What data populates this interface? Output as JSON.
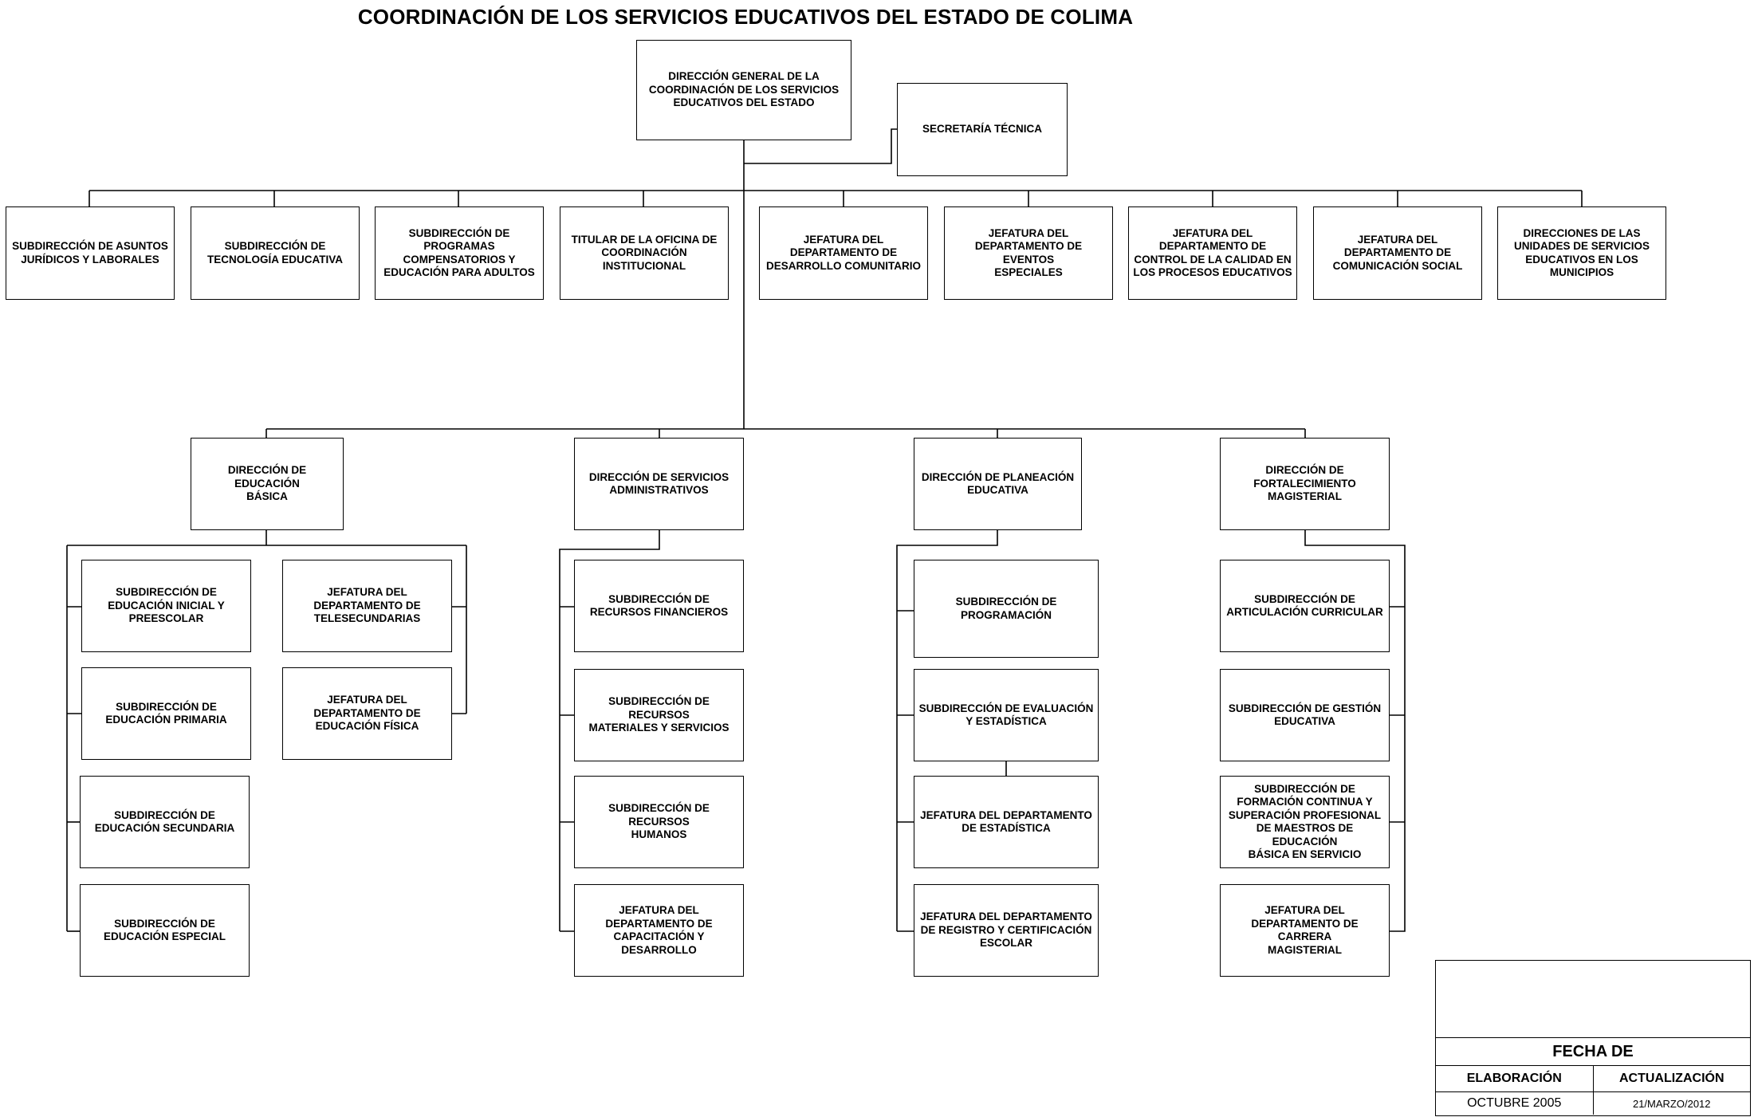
{
  "title": "COORDINACIÓN DE LOS SERVICIOS EDUCATIVOS DEL ESTADO DE COLIMA",
  "top": {
    "director": "DIRECCIÓN GENERAL DE LA\nCOORDINACIÓN DE LOS SERVICIOS\nEDUCATIVOS DEL ESTADO",
    "secretaria": "SECRETARÍA TÉCNICA"
  },
  "row1": [
    "SUBDIRECCIÓN DE ASUNTOS\nJURÍDICOS Y LABORALES",
    "SUBDIRECCIÓN DE\nTECNOLOGÍA EDUCATIVA",
    "SUBDIRECCIÓN DE\nPROGRAMAS\nCOMPENSATORIOS Y\nEDUCACIÓN PARA ADULTOS",
    "TITULAR DE LA OFICINA DE\nCOORDINACIÓN\nINSTITUCIONAL",
    "JEFATURA DEL\nDEPARTAMENTO DE\nDESARROLLO COMUNITARIO",
    "JEFATURA DEL\nDEPARTAMENTO DE EVENTOS\nESPECIALES",
    "JEFATURA DEL\nDEPARTAMENTO DE\nCONTROL DE LA CALIDAD EN\nLOS PROCESOS EDUCATIVOS",
    "JEFATURA DEL\nDEPARTAMENTO DE\nCOMUNICACIÓN SOCIAL",
    "DIRECCIONES DE LAS\nUNIDADES DE SERVICIOS\nEDUCATIVOS EN LOS\nMUNICIPIOS"
  ],
  "basica": {
    "head": "DIRECCIÓN DE EDUCACIÓN\nBÁSICA",
    "left": [
      "SUBDIRECCIÓN DE\nEDUCACIÓN INICIAL Y\nPREESCOLAR",
      "SUBDIRECCIÓN DE\nEDUCACIÓN PRIMARIA",
      "SUBDIRECCIÓN  DE\nEDUCACIÓN SECUNDARIA",
      "SUBDIRECCIÓN DE\nEDUCACIÓN ESPECIAL"
    ],
    "right": [
      "JEFATURA DEL\nDEPARTAMENTO DE\nTELESECUNDARIAS",
      "JEFATURA DEL\nDEPARTAMENTO DE\nEDUCACIÓN FÍSICA"
    ]
  },
  "admin": {
    "head": "DIRECCIÓN DE SERVICIOS\nADMINISTRATIVOS",
    "items": [
      "SUBDIRECCIÓN  DE\nRECURSOS FINANCIEROS",
      "SUBDIRECCIÓN DE RECURSOS\nMATERIALES Y SERVICIOS",
      "SUBDIRECCIÓN DE RECURSOS\nHUMANOS",
      "JEFATURA DEL\nDEPARTAMENTO DE\nCAPACITACIÓN Y\nDESARROLLO"
    ]
  },
  "planeacion": {
    "head": "DIRECCIÓN DE PLANEACIÓN\nEDUCATIVA",
    "items": [
      "SUBDIRECCIÓN DE\nPROGRAMACIÓN",
      "SUBDIRECCIÓN DE EVALUACIÓN\nY ESTADÍSTICA",
      "JEFATURA DEL DEPARTAMENTO\nDE ESTADÍSTICA",
      "JEFATURA DEL DEPARTAMENTO\nDE REGISTRO Y CERTIFICACIÓN\nESCOLAR"
    ]
  },
  "magisterial": {
    "head": "DIRECCIÓN DE\nFORTALECIMIENTO\nMAGISTERIAL",
    "items": [
      "SUBDIRECCIÓN DE\nARTICULACIÓN CURRICULAR",
      "SUBDIRECCIÓN DE GESTIÓN\nEDUCATIVA",
      "SUBDIRECCIÓN DE\nFORMACIÓN CONTINUA Y\nSUPERACIÓN PROFESIONAL\nDE MAESTROS DE EDUCACIÓN\nBÁSICA EN SERVICIO",
      "JEFATURA DEL\nDEPARTAMENTO DE CARRERA\nMAGISTERIAL"
    ]
  },
  "stamp": {
    "fecha": "FECHA DE",
    "elaboracion_label": "ELABORACIÓN",
    "actualizacion_label": "ACTUALIZACIÓN",
    "elaboracion_value": "OCTUBRE 2005",
    "actualizacion_value": "21/MARZO/2012"
  }
}
